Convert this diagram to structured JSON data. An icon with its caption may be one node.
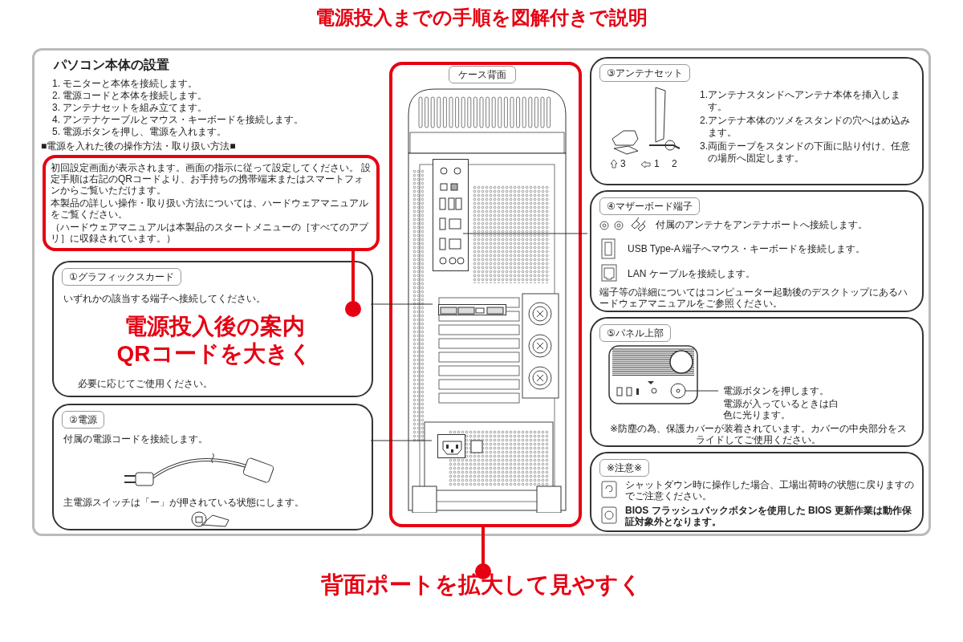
{
  "diagram": {
    "title": "電源投入までの手順を図解付きで説明",
    "nodes": [
      {
        "text": [
          "パソコン本体の設置",
          "1. モニターと本体を接続します。",
          "2. 電源コードと本体を接続します。",
          "3. アンテナセットを組み立てます。",
          "4. アンテナケーブルとマウス・キーボードを接続します。",
          "5. 電源ボタンを押し、電源を入れます。",
          "■電源を入れた後の操作方法・取り扱い方法■"
        ]
      },
      {
        "text": [
          "初回設定画面が表示されます。画面の指示に従って設定してください。 設定手順は右記のQRコードより、お手持ちの携帯端末またはスマートフォンからご覧いただけます。",
          "本製品の詳しい操作・取り扱い方法については、ハードウェアマニュアルをご覧ください。",
          "（ハードウェアマニュアルは本製品のスタートメニューの［すべてのアプリ］に収録されています。）"
        ],
        "in": 0
      },
      {
        "text": [
          "①グラフィックスカード",
          "いずれかの該当する端子へ接続してください。",
          "必要に応じてご使用ください。"
        ],
        "in": 0
      },
      {
        "text": [
          "②電源",
          "付属の電源コードを接続します。",
          "主電源スイッチは「ー」が押されている状態にします。"
        ],
        "in": 0
      },
      {
        "text": [
          "ケース背面"
        ],
        "in": 0
      },
      {
        "text": [],
        "shape": "picture",
        "in": 4
      },
      {
        "text": [],
        "shape": "picture",
        "in": 4
      },
      {
        "text": [],
        "shape": "picture",
        "in": 4
      },
      {
        "text": [
          "③アンテナセット",
          "1.アンテナスタンドへアンテナ本体を挿入します。",
          "2.アンテナ本体のツメをスタンドの穴へはめ込みます。",
          "3.両面テープをスタンドの下面に貼り付け、任意の場所へ固定します。"
        ],
        "in": 0
      },
      {
        "text": [
          "④マザーボード端子",
          "付属のアンテナをアンテナポートへ接続します。",
          "USB Type-A 端子へマウス・キーボードを接続します。",
          "LAN ケーブルを接続します。",
          "端子等の詳細についてはコンピューター起動後のデスクトップにあるハードウェアマニュアルをご参照ください。"
        ],
        "in": 0
      },
      {
        "text": [
          "⑤パネル上部",
          "電源ボタンを押します。",
          "電源が入っているときは白色に光ります。",
          "※防塵の為、保護カバーが装着されています。カバーの中央部分をスライドしてご使用ください。"
        ],
        "in": 0
      },
      {
        "text": [
          "※注意※",
          "シャットダウン時に操作した場合、工場出荷時の状態に戻りますのでご注意ください。",
          "BIOS フラッシュバックボタンを使用した BIOS 更新作業は動作保証対象外となります。"
        ],
        "in": 0
      },
      {
        "text": [
          "電源投入後の案内QRコードを大きく"
        ],
        "in": 2
      },
      {
        "text": [
          "背面ポートを拡大して見やすく"
        ]
      }
    ],
    "edges": [
      {
        "from": 1,
        "to": 12,
        "arrow": "other",
        "style": "thick",
        "color": "#e60012"
      },
      {
        "from": 4,
        "to": 13,
        "arrow": "other",
        "style": "thick",
        "color": "#e60012"
      },
      {
        "from": 2,
        "to": 6,
        "arrow": "none"
      },
      {
        "from": 3,
        "to": 7,
        "arrow": "none"
      },
      {
        "from": 9,
        "to": 5,
        "arrow": "none"
      }
    ],
    "labels": [
      "1",
      "2",
      "3"
    ]
  }
}
